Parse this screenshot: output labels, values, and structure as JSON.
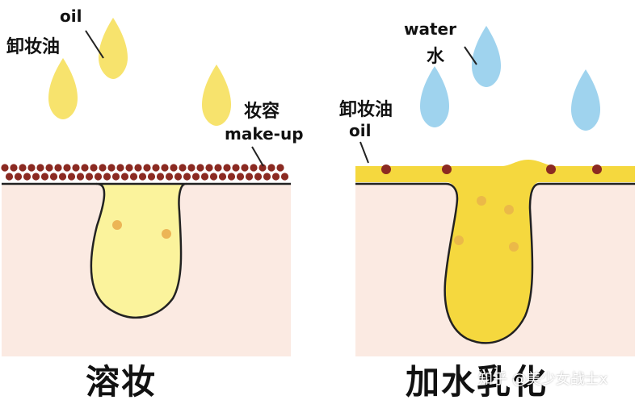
{
  "left_panel": {
    "oil_en": "oil",
    "oil_zh": "卸妆油",
    "makeup_zh": "妆容",
    "makeup_en": "make-up",
    "caption": "溶妆"
  },
  "right_panel": {
    "water_en": "water",
    "water_zh": "水",
    "oil_zh": "卸妆油",
    "oil_en": "oil",
    "caption": "加水乳化"
  },
  "watermark": "知乎 @美少女战士x",
  "colors": {
    "skin": "#fbeae2",
    "oil_drop": "#f7e36d",
    "pore_light": "#fbf39c",
    "pore_emulsified": "#f5d83e",
    "makeup_dot": "#8b2a22",
    "water_drop": "#9fd3ee"
  },
  "icons": [
    "oil-drop-icon",
    "water-drop-icon"
  ]
}
